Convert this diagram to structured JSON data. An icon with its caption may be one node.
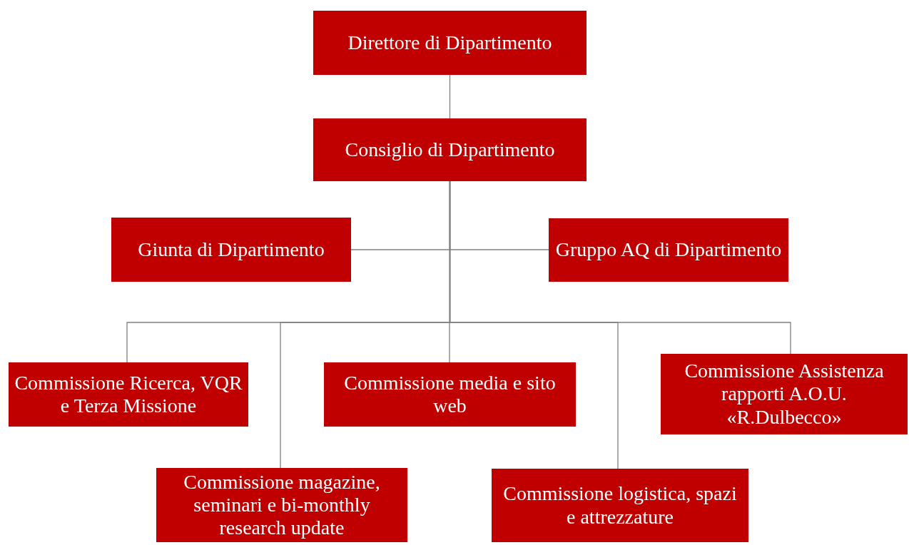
{
  "diagram": {
    "nodes": [
      {
        "text": [
          "Direttore di Dipartimento"
        ]
      },
      {
        "text": [
          "Consiglio di Dipartimento"
        ]
      },
      {
        "text": [
          "Giunta di Dipartimento"
        ]
      },
      {
        "text": [
          "Gruppo AQ di Dipartimento"
        ]
      },
      {
        "text": [
          "Commissione Ricerca, VQR e Terza Missione"
        ]
      },
      {
        "text": [
          "Commissione media e sito web"
        ]
      },
      {
        "text": [
          "Commissione Assistenza rapporti A.O.U. «R.Dulbecco»"
        ]
      },
      {
        "text": [
          "Commissione magazine, seminari e bi-monthly research update"
        ]
      },
      {
        "text": [
          "Commissione logistica, spazi e attrezzature"
        ]
      }
    ],
    "edges": [
      {
        "from": 0,
        "to": 1,
        "arrow": "none"
      },
      {
        "from": 1,
        "to": 2,
        "arrow": "none"
      },
      {
        "from": 1,
        "to": 3,
        "arrow": "none"
      },
      {
        "from": 1,
        "to": 4,
        "arrow": "none"
      },
      {
        "from": 1,
        "to": 5,
        "arrow": "none"
      },
      {
        "from": 1,
        "to": 6,
        "arrow": "none"
      },
      {
        "from": 1,
        "to": 7,
        "arrow": "none"
      },
      {
        "from": 1,
        "to": 8,
        "arrow": "none"
      }
    ]
  }
}
